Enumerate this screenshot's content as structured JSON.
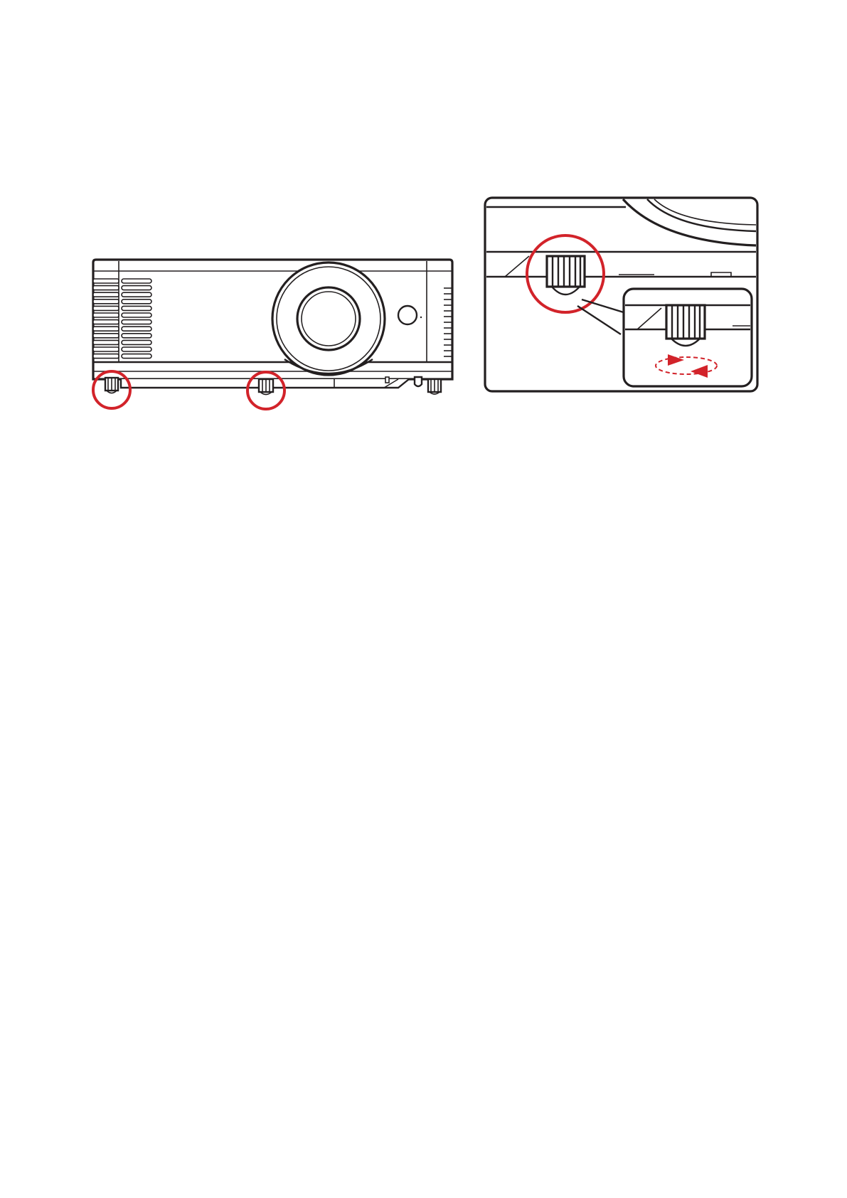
{
  "figure": {
    "colors": {
      "line": "#231f20",
      "highlight": "#d2232a",
      "background": "#ffffff"
    },
    "front_view": {
      "highlighted_parts": [
        "adjuster-foot-left",
        "adjuster-foot-center"
      ],
      "unhighlighted_parts": [
        "rear-foot-right"
      ]
    },
    "detail_view": {
      "highlighted_parts": [
        "adjuster-foot"
      ],
      "rotation_arrows": [
        "rotate-right-arrow",
        "rotate-left-arrow"
      ]
    }
  }
}
